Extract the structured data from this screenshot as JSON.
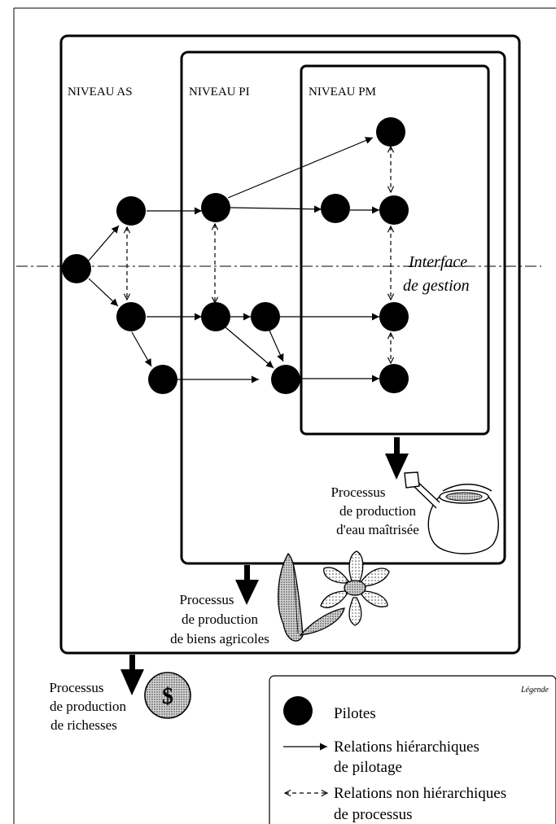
{
  "levels": {
    "as": "NIVEAU  AS",
    "pi": "NIVEAU  PI",
    "pm": "NIVEAU  PM"
  },
  "interface": {
    "line1": "Interface",
    "line2": "de gestion"
  },
  "processes": {
    "water": [
      "Processus",
      "de production",
      "d'eau maîtrisée"
    ],
    "agri": [
      "Processus",
      "de production",
      "de biens agricoles"
    ],
    "wealth": [
      "Processus",
      "de production",
      "de richesses"
    ]
  },
  "money_symbol": "$",
  "legend": {
    "title": "Légende",
    "pilots": "Pilotes",
    "hier_line1": "Relations hiérarchiques",
    "hier_line2": "de pilotage",
    "nonhier_line1": "Relations non hiérarchiques",
    "nonhier_line2": "de processus"
  },
  "icons": {
    "watering_can": "watering-can-icon",
    "flower": "flower-icon",
    "coin": "dollar-coin-icon"
  },
  "colors": {
    "pilot": "#000000",
    "hatch": "#bdbdbd"
  }
}
